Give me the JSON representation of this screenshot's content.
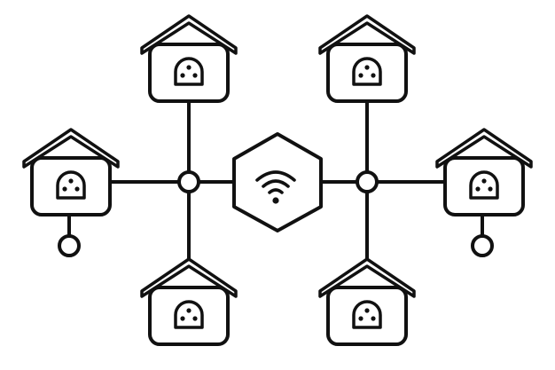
{
  "diagram": {
    "hub_icon": "wifi-icon",
    "house_icon": "smart-house-icon",
    "device_icon": "socket-icon",
    "junction_icon": "junction-node",
    "terminal_icon": "terminal-node",
    "stroke_color": "#111111",
    "fill_color": "#ffffff",
    "houses": [
      {
        "id": "top-left",
        "icon": "smart-house-icon"
      },
      {
        "id": "top-right",
        "icon": "smart-house-icon"
      },
      {
        "id": "left",
        "icon": "smart-house-icon"
      },
      {
        "id": "right",
        "icon": "smart-house-icon"
      },
      {
        "id": "bottom-left",
        "icon": "smart-house-icon"
      },
      {
        "id": "bottom-right",
        "icon": "smart-house-icon"
      }
    ]
  }
}
